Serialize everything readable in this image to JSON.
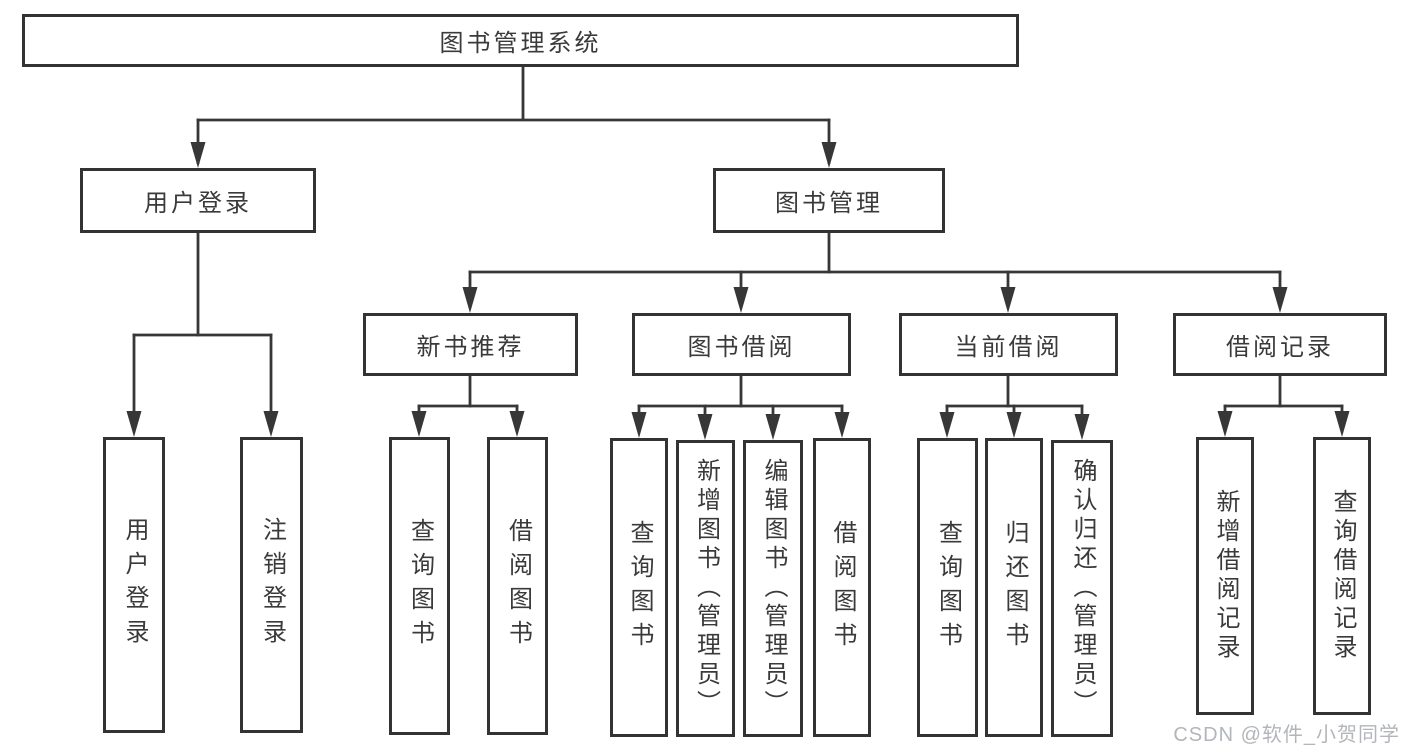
{
  "tree": {
    "root": {
      "label": "图书管理系统",
      "children": [
        {
          "label": "用户登录",
          "children": [
            {
              "label": "用户登录"
            },
            {
              "label": "注销登录"
            }
          ]
        },
        {
          "label": "图书管理",
          "children": [
            {
              "label": "新书推荐",
              "children": [
                {
                  "label": "查询图书"
                },
                {
                  "label": "借阅图书"
                }
              ]
            },
            {
              "label": "图书借阅",
              "children": [
                {
                  "label": "查询图书"
                },
                {
                  "label": "新增图书（管理员）"
                },
                {
                  "label": "编辑图书（管理员）"
                },
                {
                  "label": "借阅图书"
                }
              ]
            },
            {
              "label": "当前借阅",
              "children": [
                {
                  "label": "查询图书"
                },
                {
                  "label": "归还图书"
                },
                {
                  "label": "确认归还（管理员）"
                }
              ]
            },
            {
              "label": "借阅记录",
              "children": [
                {
                  "label": "新增借阅记录"
                },
                {
                  "label": "查询借阅记录"
                }
              ]
            }
          ]
        }
      ]
    }
  },
  "watermark": "CSDN @软件_小贺同学",
  "colors": {
    "line": "#373737",
    "box_border": "#333333",
    "box_fill": "#ffffff",
    "text": "#3a3a3a",
    "watermark": "#b2b5ba",
    "background": "#ffffff"
  }
}
